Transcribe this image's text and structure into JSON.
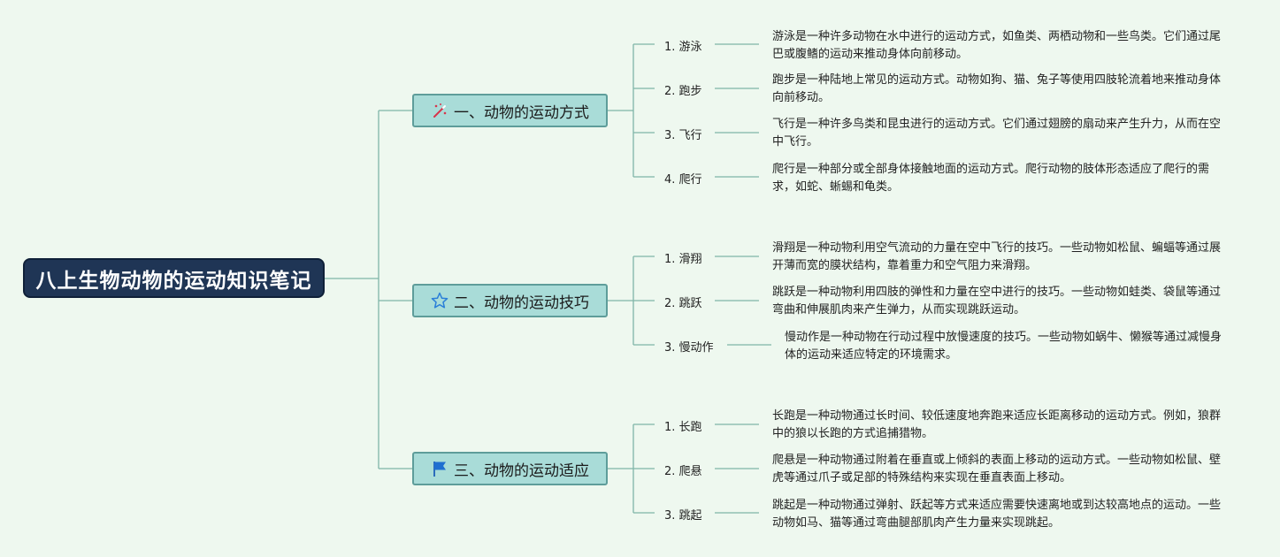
{
  "root": {
    "title": "八上生物动物的运动知识笔记"
  },
  "colors": {
    "root_bg": "#1f3555",
    "branch_bg": "#a9dcd8",
    "line": "#7fb5a8",
    "background": "#eef8ef"
  },
  "branches": [
    {
      "label": "一、动物的运动方式",
      "icon": "magic-wand-icon",
      "items": [
        {
          "label": "1. 游泳",
          "desc": "游泳是一种许多动物在水中进行的运动方式，如鱼类、两栖动物和一些鸟类。它们通过尾巴或腹鳍的运动来推动身体向前移动。"
        },
        {
          "label": "2. 跑步",
          "desc": "跑步是一种陆地上常见的运动方式。动物如狗、猫、兔子等使用四肢轮流着地来推动身体向前移动。"
        },
        {
          "label": "3. 飞行",
          "desc": "飞行是一种许多鸟类和昆虫进行的运动方式。它们通过翅膀的扇动来产生升力，从而在空中飞行。"
        },
        {
          "label": "4. 爬行",
          "desc": "爬行是一种部分或全部身体接触地面的运动方式。爬行动物的肢体形态适应了爬行的需求，如蛇、蜥蜴和龟类。"
        }
      ]
    },
    {
      "label": "二、动物的运动技巧",
      "icon": "star-icon",
      "items": [
        {
          "label": "1. 滑翔",
          "desc": "滑翔是一种动物利用空气流动的力量在空中飞行的技巧。一些动物如松鼠、蝙蝠等通过展开薄而宽的膜状结构，靠着重力和空气阻力来滑翔。"
        },
        {
          "label": "2. 跳跃",
          "desc": "跳跃是一种动物利用四肢的弹性和力量在空中进行的技巧。一些动物如蛙类、袋鼠等通过弯曲和伸展肌肉来产生弹力，从而实现跳跃运动。"
        },
        {
          "label": "3. 慢动作",
          "desc": "慢动作是一种动物在行动过程中放慢速度的技巧。一些动物如蜗牛、懒猴等通过减慢身体的运动来适应特定的环境需求。"
        }
      ]
    },
    {
      "label": "三、动物的运动适应",
      "icon": "flag-icon",
      "items": [
        {
          "label": "1. 长跑",
          "desc": "长跑是一种动物通过长时间、较低速度地奔跑来适应长距离移动的运动方式。例如，狼群中的狼以长跑的方式追捕猎物。"
        },
        {
          "label": "2. 爬悬",
          "desc": "爬悬是一种动物通过附着在垂直或上倾斜的表面上移动的运动方式。一些动物如松鼠、壁虎等通过爪子或足部的特殊结构来实现在垂直表面上移动。"
        },
        {
          "label": "3. 跳起",
          "desc": "跳起是一种动物通过弹射、跃起等方式来适应需要快速离地或到达较高地点的运动。一些动物如马、猫等通过弯曲腿部肌肉产生力量来实现跳起。"
        }
      ]
    }
  ]
}
